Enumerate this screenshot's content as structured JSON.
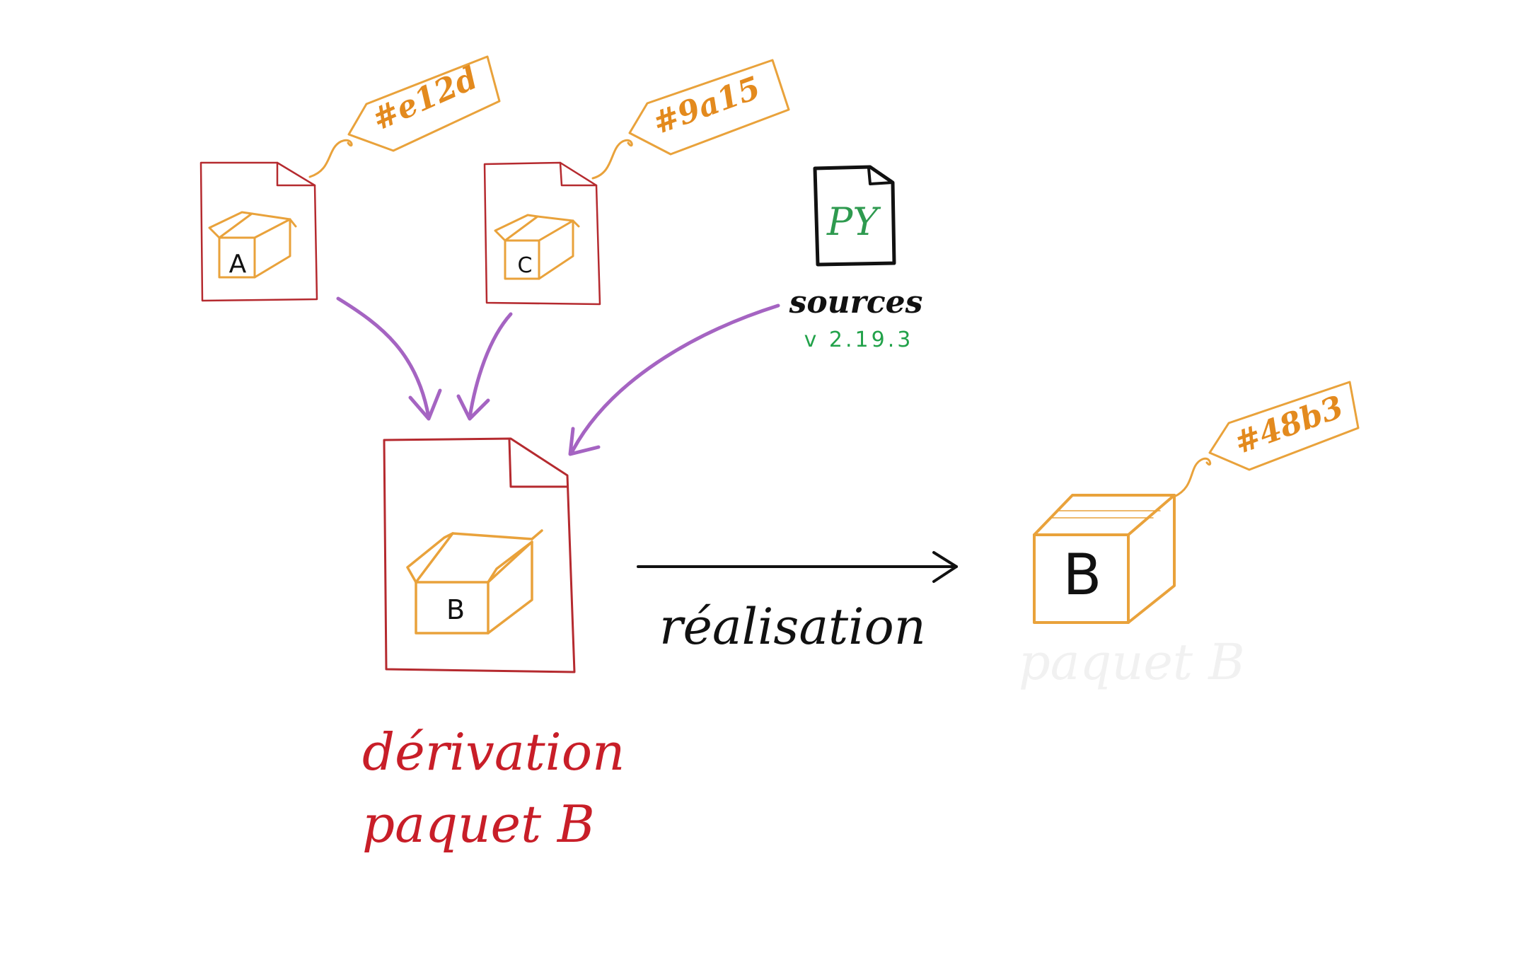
{
  "colors": {
    "derivation": "#b52a2f",
    "package": "#e9a23b",
    "tag_text": "#e38a1e",
    "arrow": "#a564c2",
    "ink": "#111111",
    "source_lang": "#2e9a4f",
    "version": "#22a24a",
    "faded": "#f1f1f1"
  },
  "inputs": [
    {
      "box_label": "A",
      "hash": "#e12d"
    },
    {
      "box_label": "C",
      "hash": "#9a15"
    }
  ],
  "source": {
    "file_label": "PY",
    "caption": "sources",
    "version": "v 2.19.3"
  },
  "derivation": {
    "box_label": "B",
    "caption_line1": "dérivation",
    "caption_line2": "paquet B"
  },
  "realisation": {
    "label": "réalisation"
  },
  "output": {
    "box_label": "B",
    "hash": "#48b3",
    "caption": "paquet B"
  },
  "icons": [
    "document-icon",
    "open-box-icon",
    "closed-box-icon",
    "tag-icon",
    "arrow-icon"
  ]
}
